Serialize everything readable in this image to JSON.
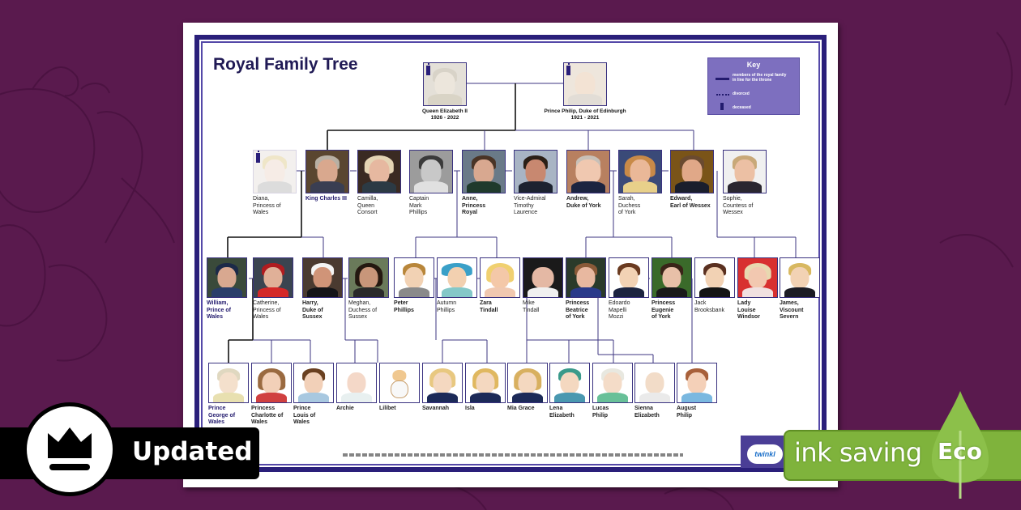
{
  "colors": {
    "background": "#5a1a4e",
    "frame": "#2a1f7a",
    "heir_text": "#231b6e",
    "key_bg": "#7d6fbf",
    "eco_green": "#7fb33c",
    "twinkl_blue": "#1a6fc9"
  },
  "sheet": {
    "title": "Royal Family Tree",
    "key": {
      "title": "Key",
      "items": [
        {
          "icon": "solid-line",
          "label": "members of the royal family\nin line for the throne"
        },
        {
          "icon": "dotted-line",
          "label": "divorced"
        },
        {
          "icon": "candle-icon",
          "label": "deceased"
        }
      ]
    },
    "generation_0": [
      {
        "name": "Queen Elizabeth II\n1926 - 2022",
        "deceased": true
      },
      {
        "name": "Prince Philip, Duke of Edinburgh\n1921 - 2021",
        "deceased": true
      }
    ],
    "generation_1": [
      {
        "name": "Diana,\nPrincess of\nWales",
        "style": "normal",
        "deceased": true
      },
      {
        "name": "King Charles III",
        "style": "heir"
      },
      {
        "name": "Camilla,\nQueen\nConsort",
        "style": "normal"
      },
      {
        "name": "Captain\nMark\nPhillips",
        "style": "normal"
      },
      {
        "name": "Anne,\nPrincess\nRoyal",
        "style": "bold"
      },
      {
        "name": "Vice-Admiral\nTimothy\nLaurence",
        "style": "normal"
      },
      {
        "name": "Andrew,\nDuke of York",
        "style": "bold"
      },
      {
        "name": "Sarah,\nDuchess\nof York",
        "style": "normal"
      },
      {
        "name": "Edward,\nEarl of Wessex",
        "style": "bold"
      },
      {
        "name": "Sophie,\nCountess of\nWessex",
        "style": "normal"
      }
    ],
    "generation_2": [
      {
        "name": "William,\nPrince of\nWales",
        "style": "heir"
      },
      {
        "name": "Catherine,\nPrincess of\nWales",
        "style": "normal"
      },
      {
        "name": "Harry,\nDuke of\nSussex",
        "style": "bold"
      },
      {
        "name": "Meghan,\nDuchess of\nSussex",
        "style": "normal"
      },
      {
        "name": "Peter\nPhillips",
        "style": "bold"
      },
      {
        "name": "Autumn\nPhillips",
        "style": "normal"
      },
      {
        "name": "Zara\nTindall",
        "style": "bold"
      },
      {
        "name": "Mike\nTindall",
        "style": "normal"
      },
      {
        "name": "Princess\nBeatrice\nof York",
        "style": "bold"
      },
      {
        "name": "Edoardo\nMapelli\nMozzi",
        "style": "normal"
      },
      {
        "name": "Princess\nEugenie\nof York",
        "style": "bold"
      },
      {
        "name": "Jack\nBrooksbank",
        "style": "normal"
      },
      {
        "name": "Lady\nLouise\nWindsor",
        "style": "bold"
      },
      {
        "name": "James,\nViscount\nSevern",
        "style": "bold"
      }
    ],
    "generation_3": [
      {
        "name": "Prince\nGeorge of\nWales",
        "style": "heir"
      },
      {
        "name": "Princess\nCharlotte of\nWales",
        "style": "bold"
      },
      {
        "name": "Prince\nLouis of\nWales",
        "style": "bold"
      },
      {
        "name": "Archie",
        "style": "bold"
      },
      {
        "name": "Lilibet",
        "style": "bold"
      },
      {
        "name": "Savannah",
        "style": "bold"
      },
      {
        "name": "Isla",
        "style": "bold"
      },
      {
        "name": "Mia Grace",
        "style": "bold"
      },
      {
        "name": "Lena\nElizabeth",
        "style": "bold"
      },
      {
        "name": "Lucas\nPhilip",
        "style": "bold"
      },
      {
        "name": "Sienna\nElizabeth",
        "style": "bold"
      },
      {
        "name": "August\nPhilip",
        "style": "bold"
      }
    ],
    "brand": "twinkl"
  },
  "badges": {
    "updated": "Updated",
    "ink_saving": "ink saving",
    "eco": "Eco"
  }
}
